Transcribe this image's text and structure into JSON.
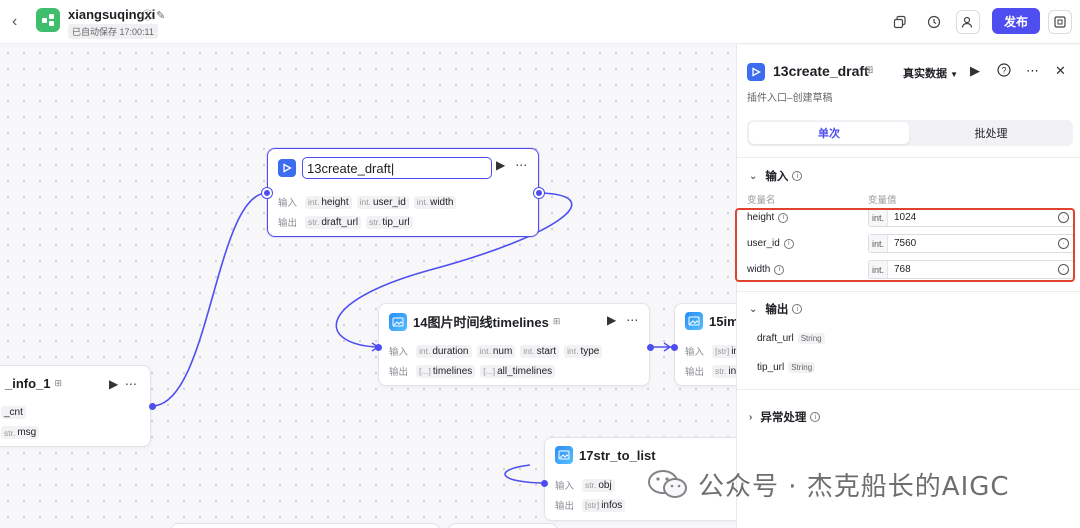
{
  "header": {
    "app_name": "xiangsuqingxi",
    "save_status": "已自动保存 17:00:11",
    "publish_label": "发布"
  },
  "colors": {
    "accent": "#4e4ef0",
    "highlight": "#e0442f",
    "app_logo": "#3fbe6e"
  },
  "canvas": {
    "nodes": {
      "create_draft": {
        "title": "13create_draft",
        "input_label": "输入",
        "output_label": "输出",
        "inputs": [
          {
            "type": "int.",
            "name": "height"
          },
          {
            "type": "int.",
            "name": "user_id"
          },
          {
            "type": "int.",
            "name": "width"
          }
        ],
        "outputs": [
          {
            "type": "str.",
            "name": "draft_url"
          },
          {
            "type": "str.",
            "name": "tip_url"
          }
        ]
      },
      "timelines": {
        "title": "14图片时间线timelines",
        "input_label": "输入",
        "output_label": "输出",
        "inputs": [
          {
            "type": "int.",
            "name": "duration"
          },
          {
            "type": "int.",
            "name": "num"
          },
          {
            "type": "int.",
            "name": "start"
          },
          {
            "type": "int.",
            "name": "type"
          }
        ],
        "outputs": [
          {
            "type": "[...]",
            "name": "timelines"
          },
          {
            "type": "[...]",
            "name": "all_timelines"
          }
        ]
      },
      "img_node": {
        "title": "15im",
        "input_label": "输入",
        "output_label": "输出",
        "inputs": [
          {
            "type": "[str]",
            "name": "im"
          }
        ],
        "outputs": [
          {
            "type": "str.",
            "name": "inf"
          }
        ]
      },
      "info_node": {
        "title": "_info_1",
        "rows": [
          {
            "type": "",
            "name": "_cnt"
          },
          {
            "type": "str.",
            "name": "msg"
          }
        ]
      },
      "str_to_list": {
        "title": "17str_to_list",
        "input_label": "输入",
        "output_label": "输出",
        "inputs": [
          {
            "type": "str.",
            "name": "obj"
          }
        ],
        "outputs": [
          {
            "type": "[str]",
            "name": "infos"
          }
        ]
      }
    }
  },
  "panel": {
    "title": "13create_draft",
    "mode": "真实数据",
    "subtitle": "插件入口–创建草稿",
    "tabs": [
      {
        "label": "单次"
      },
      {
        "label": "批处理"
      }
    ],
    "input_section": {
      "title": "输入",
      "col_name": "变量名",
      "col_value": "变量值",
      "vars": [
        {
          "name": "height",
          "type": "int.",
          "value": "1024"
        },
        {
          "name": "user_id",
          "type": "int.",
          "value": "7560"
        },
        {
          "name": "width",
          "type": "int.",
          "value": "768"
        }
      ]
    },
    "output_section": {
      "title": "输出",
      "vars": [
        {
          "name": "draft_url",
          "type": "String"
        },
        {
          "name": "tip_url",
          "type": "String"
        }
      ]
    },
    "exception_section": {
      "title": "异常处理"
    }
  },
  "watermark": {
    "text": "公众号 · 杰克船长的AIGC"
  }
}
